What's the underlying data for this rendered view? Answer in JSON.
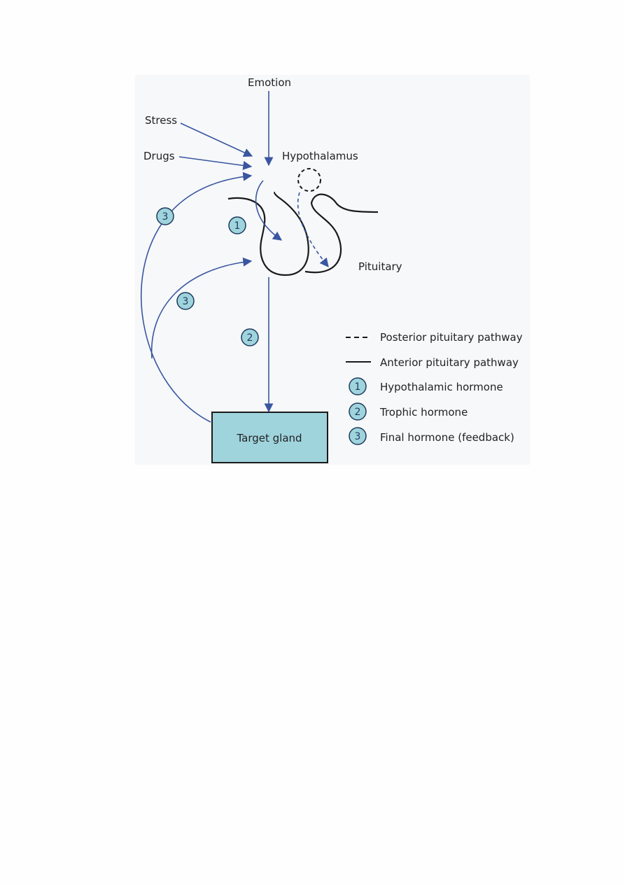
{
  "diagram": {
    "inputs": {
      "emotion": "Emotion",
      "stress": "Stress",
      "drugs": "Drugs"
    },
    "structures": {
      "hypothalamus": "Hypothalamus",
      "pituitary": "Pituitary",
      "target_gland": "Target gland"
    },
    "markers": {
      "hypothalamic": "1",
      "trophic": "2",
      "feedback": "3"
    },
    "legend": {
      "posterior": "Posterior pituitary pathway",
      "anterior": "Anterior pituitary pathway",
      "item1": {
        "marker": "1",
        "text": "Hypothalamic hormone"
      },
      "item2": {
        "marker": "2",
        "text": "Trophic hormone"
      },
      "item3": {
        "marker": "3",
        "text": "Final hormone (feedback)"
      }
    },
    "colors": {
      "panel_background": "#f6f8f9",
      "arrow": "#3a56a0",
      "circle_fill": "#9fd4dd",
      "box_fill": "#9fd4dd",
      "outline": "#1a1a1a"
    }
  }
}
